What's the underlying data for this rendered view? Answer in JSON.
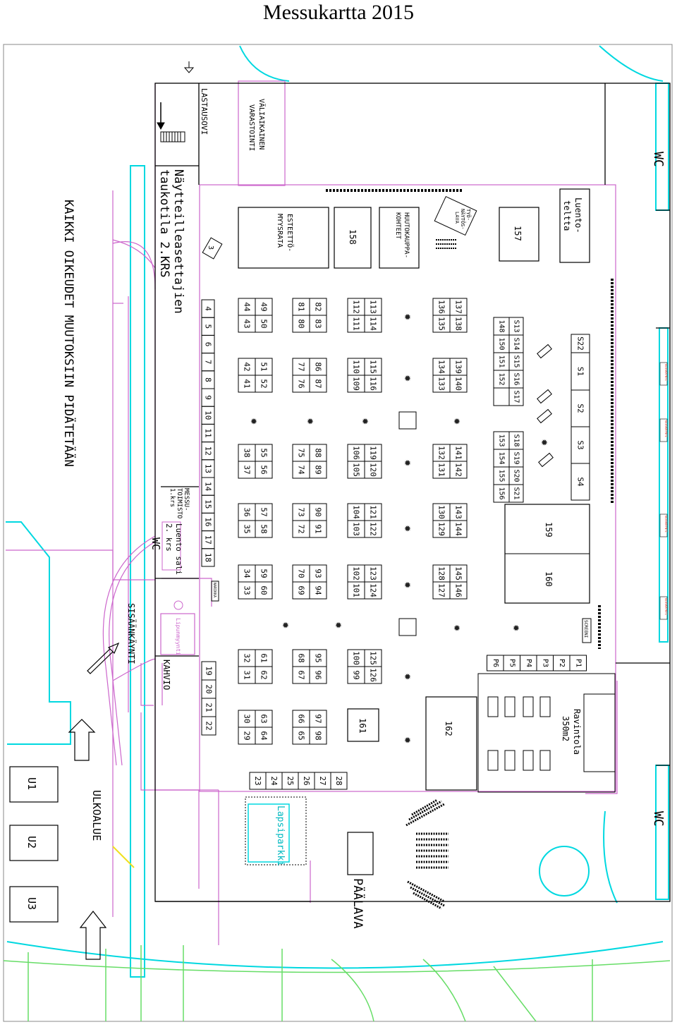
{
  "title": "Messukartta 2015",
  "rotated_labels": {
    "rights": "KAIKKI OIKEUDET MUUTOKSIIN PIDÄTETÄÄN",
    "lastausovi": "LASTAUSOVI",
    "varastointi_1": "VÄLIAIKAINEN",
    "varastointi_2": "VARASTOINTI",
    "nayttely_1": "Näytteilleasettajien",
    "nayttely_2": "taukotila 2.KRS",
    "estetta_1": "ESTEETTÖ-",
    "estetta_2": "MYYSRATA",
    "huutokauppa_1": "HUUTOKAUPPA-",
    "huutokauppa_2": "KOHTEET",
    "tyo_1": "TYÖ-",
    "tyo_2": "NÄYTÖS-",
    "tyo_3": "LAVA",
    "luentoteltta_1": "Luento-",
    "luentoteltta_2": "teltta",
    "wc_top": "WC",
    "wc_mid": "WC",
    "wc_bottom": "WC",
    "messutoimisto_1": "MESSU-",
    "messutoimisto_2": "TOIMISTO",
    "messutoimisto_3": "1.krs",
    "luentosali_1": "Luento sali",
    "luentosali_2": "2. krs",
    "sisankaynti": "SISÄÄNKÄYNTI",
    "kahvio": "KAHVIO",
    "ulkoalue": "ULKOALUE",
    "lapsiparkki": "Lapsiparkki",
    "palava": "PÄÄLAVA",
    "ravintola_1": "Ravintola",
    "ravintola_2": "350m2",
    "screeni": "SCREENI",
    "narikka": "NARIKKA",
    "lipunmyynti": "Lipunmyynti",
    "exit": "ULOSKÄYNTI",
    "stand_3": "3",
    "booth_157": "157",
    "booth_158": "158",
    "booth_159": "159",
    "booth_160": "160",
    "booth_161": "161",
    "booth_162": "162",
    "outdoor": [
      "U1",
      "U2",
      "U3"
    ]
  },
  "booths": {
    "wall_left": [
      "4",
      "5",
      "6",
      "7",
      "8",
      "9",
      "10",
      "11",
      "12",
      "13",
      "14",
      "15",
      "16",
      "17",
      "18"
    ],
    "wall_bottom": [
      "19",
      "20",
      "21",
      "22"
    ],
    "row_bottom": [
      "23",
      "24",
      "25",
      "26",
      "27",
      "28"
    ],
    "pairs": [
      {
        "a": "44",
        "b": "43",
        "c": "49",
        "d": "50"
      },
      {
        "a": "42",
        "b": "41",
        "c": "51",
        "d": "52"
      },
      {
        "a": "38",
        "b": "37",
        "c": "55",
        "d": "56"
      },
      {
        "a": "36",
        "b": "35",
        "c": "57",
        "d": "58"
      },
      {
        "a": "34",
        "b": "33",
        "c": "59",
        "d": "60"
      },
      {
        "a": "32",
        "b": "31",
        "c": "61",
        "d": "62"
      },
      {
        "a": "30",
        "b": "29",
        "c": "63",
        "d": "64"
      }
    ],
    "pairs2": [
      {
        "a": "81",
        "b": "80",
        "c": "82",
        "d": "83"
      },
      {
        "a": "77",
        "b": "76",
        "c": "86",
        "d": "87"
      },
      {
        "a": "75",
        "b": "74",
        "c": "88",
        "d": "89"
      },
      {
        "a": "73",
        "b": "72",
        "c": "90",
        "d": "91"
      },
      {
        "a": "70",
        "b": "69",
        "c": "93",
        "d": "94"
      },
      {
        "a": "68",
        "b": "67",
        "c": "95",
        "d": "96"
      },
      {
        "a": "66",
        "b": "65",
        "c": "97",
        "d": "98"
      }
    ],
    "pairs3": [
      {
        "a": "112",
        "b": "111",
        "c": "113",
        "d": "114"
      },
      {
        "a": "110",
        "b": "109",
        "c": "115",
        "d": "116"
      },
      {
        "a": "106",
        "b": "105",
        "c": "119",
        "d": "120"
      },
      {
        "a": "104",
        "b": "103",
        "c": "121",
        "d": "122"
      },
      {
        "a": "102",
        "b": "101",
        "c": "123",
        "d": "124"
      },
      {
        "a": "100",
        "b": "99",
        "c": "125",
        "d": "126"
      }
    ],
    "pairs4": [
      {
        "a": "136",
        "b": "135",
        "c": "137",
        "d": "138"
      },
      {
        "a": "134",
        "b": "133",
        "c": "139",
        "d": "140"
      },
      {
        "a": "132",
        "b": "131",
        "c": "141",
        "d": "142"
      },
      {
        "a": "130",
        "b": "129",
        "c": "143",
        "d": "144"
      },
      {
        "a": "128",
        "b": "127",
        "c": "145",
        "d": "146"
      }
    ],
    "s_block_1": [
      {
        "a": "S13",
        "b": "148"
      },
      {
        "a": "S14",
        "b": "150"
      },
      {
        "a": "S15",
        "b": "151"
      },
      {
        "a": "S16",
        "b": "152"
      },
      {
        "a": "S17",
        "b": ""
      }
    ],
    "s_block_2": [
      {
        "a": "S18",
        "b": "153"
      },
      {
        "a": "S19",
        "b": "154"
      },
      {
        "a": "S20",
        "b": "155"
      },
      {
        "a": "S21",
        "b": "156"
      }
    ],
    "s_right": [
      "S22",
      "S1",
      "S2",
      "S3",
      "S4"
    ],
    "p_row": [
      "P1",
      "P2",
      "P3",
      "P4",
      "P5",
      "P6"
    ]
  },
  "colors": {
    "wall": "#000000",
    "building": "#cc66cc",
    "outline": "#00d8e0",
    "ground": "#66dd66",
    "exit": "#e0352b",
    "path": "#f0e020"
  }
}
